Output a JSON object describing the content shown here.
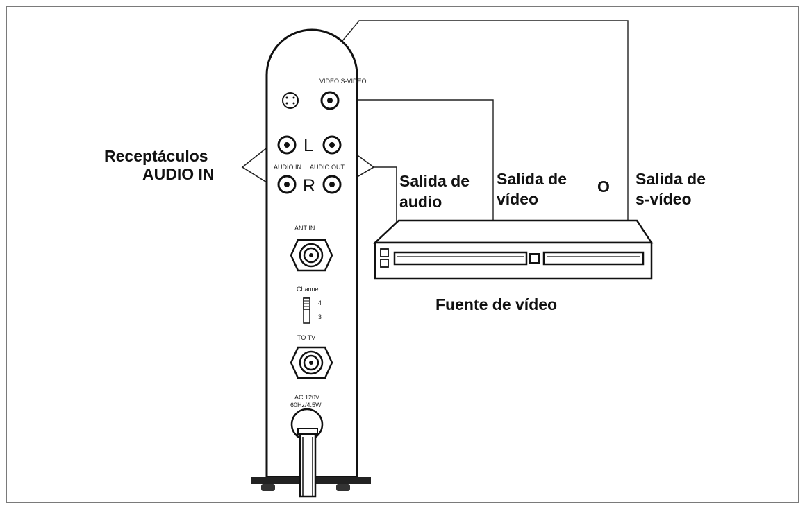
{
  "labels": {
    "receptacles_line1": "Receptáculos",
    "receptacles_line2": "AUDIO IN",
    "audio_out_line1": "Salida de",
    "audio_out_line2": "audio",
    "video_out_line1": "Salida de",
    "video_out_line2": "vídeo",
    "or": "O",
    "svideo_out_line1": "Salida de",
    "svideo_out_line2": "s-vídeo",
    "source": "Fuente de vídeo"
  },
  "panel": {
    "video_label": "VIDEO   S-VIDEO",
    "audio_in": "AUDIO IN",
    "audio_out": "AUDIO OUT",
    "left": "L",
    "right": "R",
    "ant_in": "ANT IN",
    "channel": "Channel",
    "ch4": "4",
    "ch3": "3",
    "to_tv": "TO TV",
    "power_line1": "AC 120V",
    "power_line2": "60Hz/4.5W"
  }
}
